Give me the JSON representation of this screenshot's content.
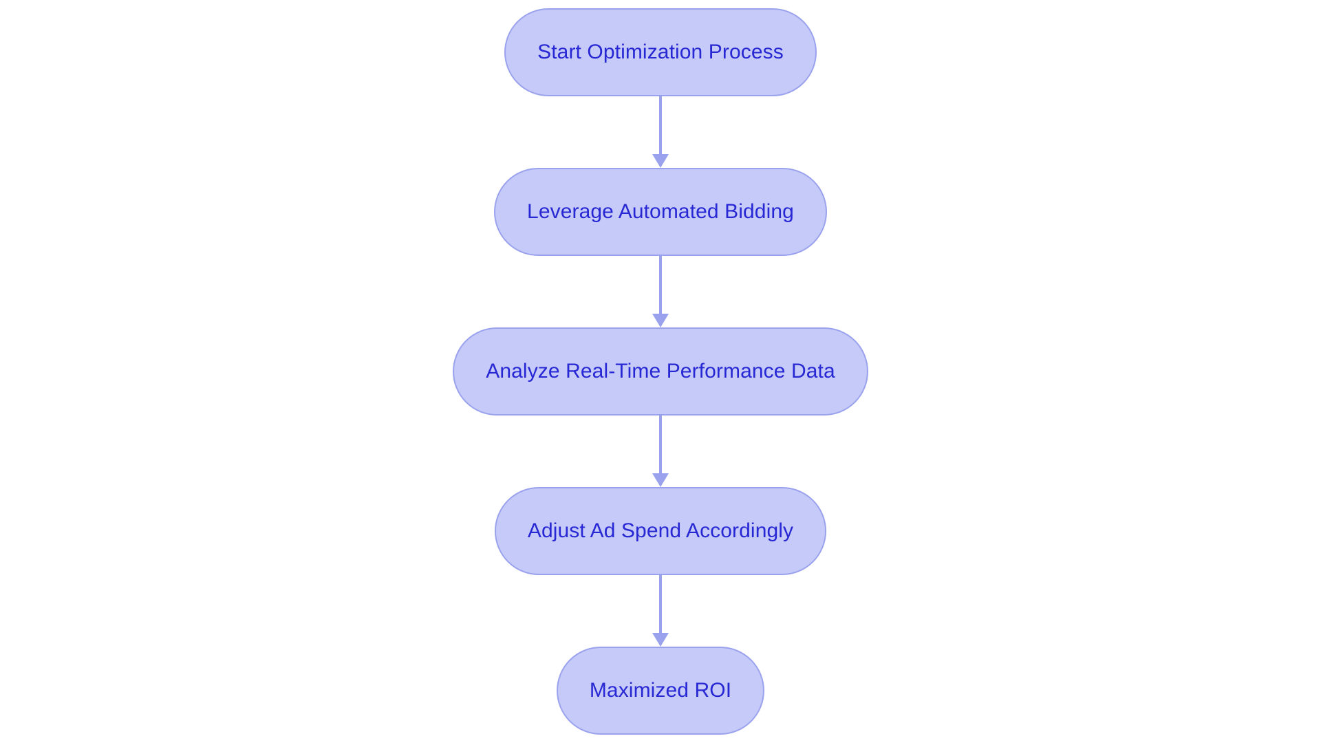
{
  "diagram": {
    "type": "flowchart",
    "orientation": "top-to-bottom",
    "background_color": "#ffffff",
    "node_fill_color": "#c5caf8",
    "node_border_color": "#9aa2ee",
    "node_text_color": "#2727d4",
    "edge_color": "#9aa2ee",
    "nodes": [
      {
        "id": "start",
        "label": "Start Optimization Process"
      },
      {
        "id": "bidding",
        "label": "Leverage Automated Bidding"
      },
      {
        "id": "analyze",
        "label": "Analyze Real-Time Performance Data"
      },
      {
        "id": "adjust",
        "label": "Adjust Ad Spend Accordingly"
      },
      {
        "id": "roi",
        "label": "Maximized ROI"
      }
    ],
    "edges": [
      {
        "from": "start",
        "to": "bidding",
        "label": ""
      },
      {
        "from": "bidding",
        "to": "analyze",
        "label": ""
      },
      {
        "from": "analyze",
        "to": "adjust",
        "label": ""
      },
      {
        "from": "adjust",
        "to": "roi",
        "label": ""
      }
    ]
  }
}
